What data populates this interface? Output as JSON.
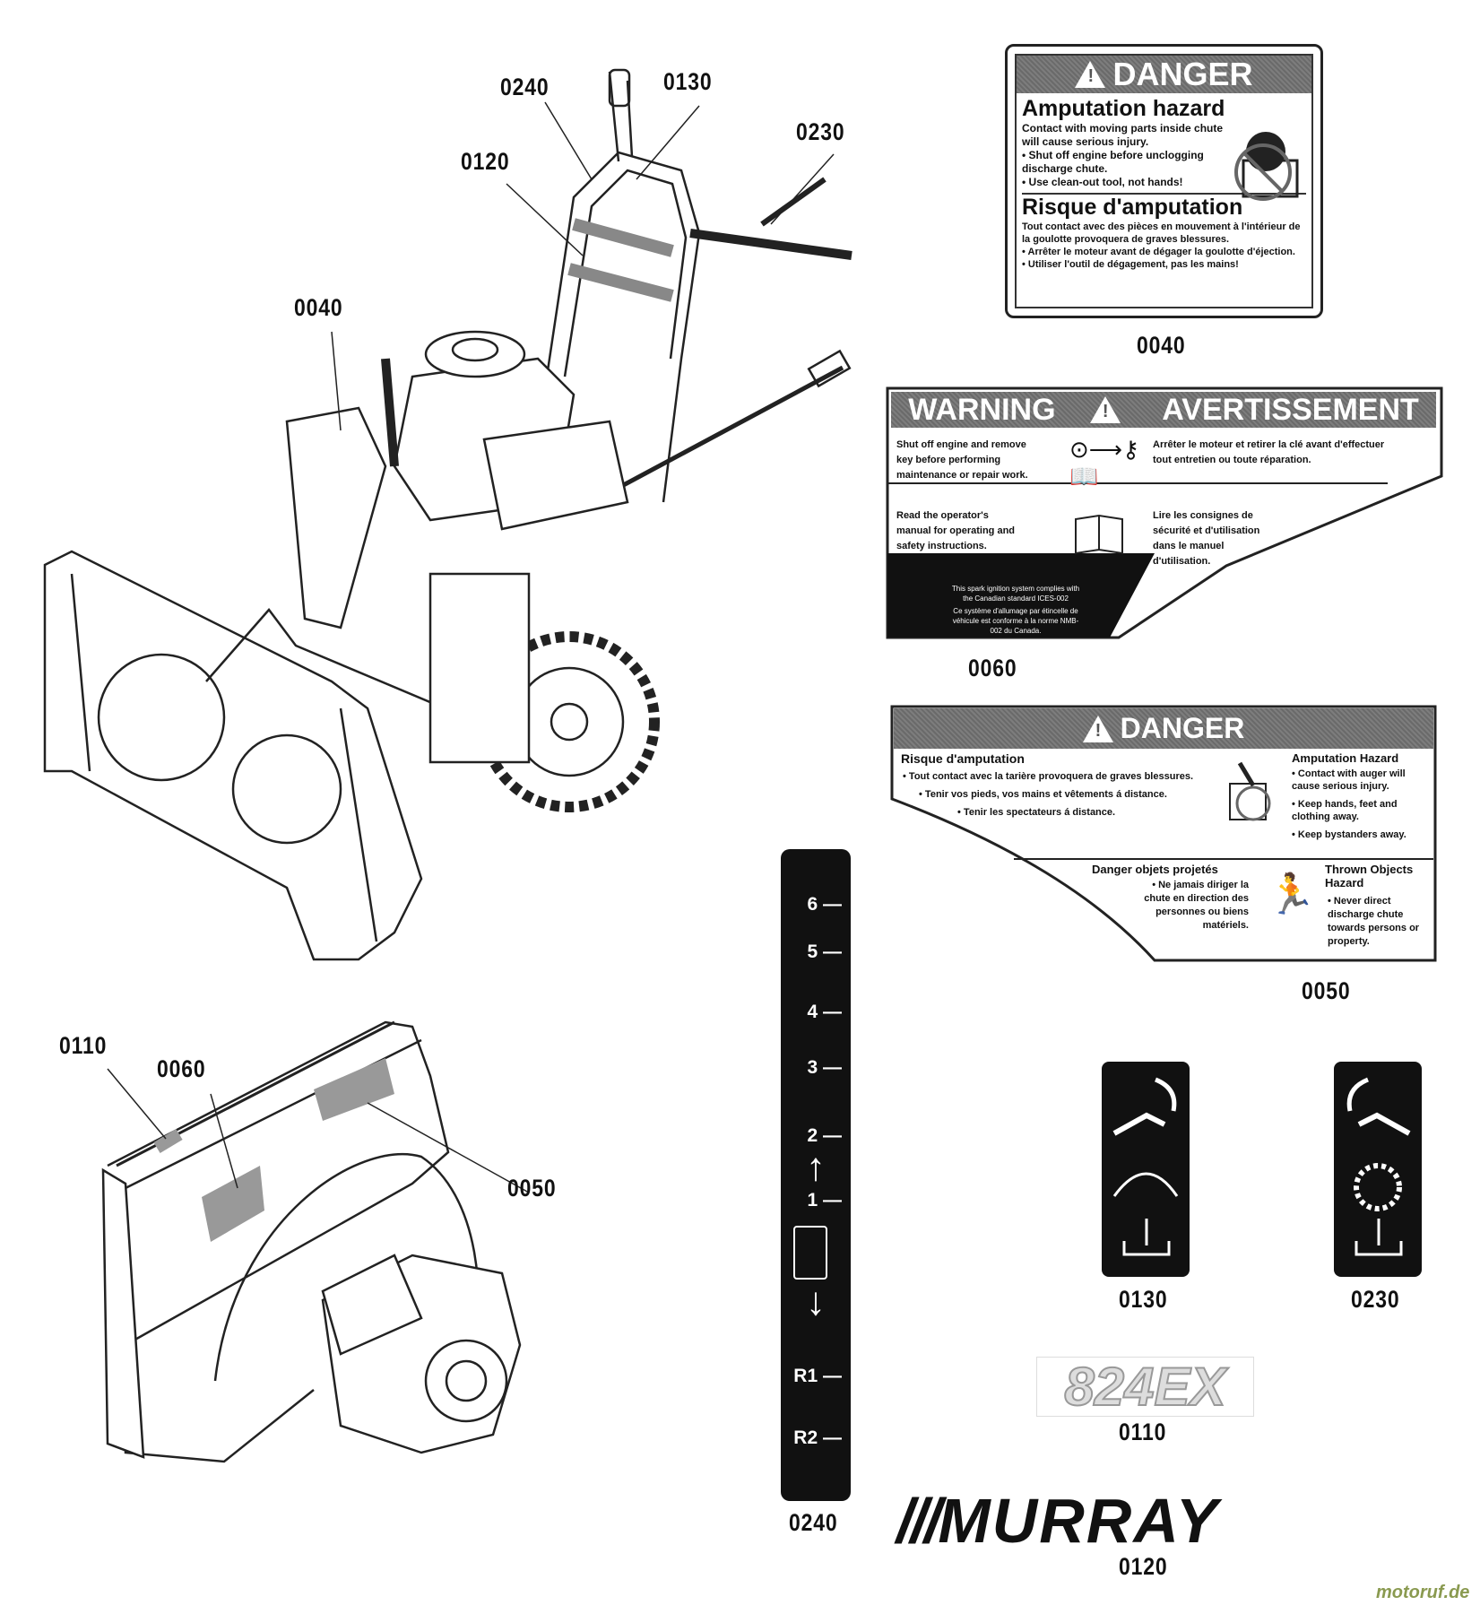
{
  "callouts_main": {
    "c0240": "0240",
    "c0130": "0130",
    "c0230": "0230",
    "c0120": "0120",
    "c0040": "0040"
  },
  "callouts_housing": {
    "c0110": "0110",
    "c0060": "0060",
    "c0050": "0050"
  },
  "label_0040": {
    "part_number": "0040",
    "header": "DANGER",
    "en_title": "Amputation hazard",
    "en_text": "Contact with moving parts inside chute will cause serious injury.",
    "en_bullets": [
      "Shut off engine before unclogging discharge chute.",
      "Use clean-out tool, not hands!"
    ],
    "fr_title": "Risque d'amputation",
    "fr_text": "Tout contact avec des pièces en mouvement à l'intérieur de la goulotte provoquera de graves blessures.",
    "fr_bullets": [
      "Arrêter le moteur avant de dégager la goulotte d'éjection.",
      "Utiliser l'outil de dégagement, pas les mains!"
    ]
  },
  "label_0060": {
    "part_number": "0060",
    "header_en": "WARNING",
    "header_fr": "AVERTISSEMENT",
    "row1_en": "Shut off engine and remove key before performing maintenance or repair work.",
    "row1_fr": "Arrêter le moteur et retirer la clé avant d'effectuer tout entretien ou toute réparation.",
    "row2_en": "Read the operator's manual for operating and safety instructions.",
    "row2_fr": "Lire les consignes de sécurité et d'utilisation dans le manuel d'utilisation.",
    "footer_en": "This spark ignition system complies with the Canadian standard ICES-002",
    "footer_fr": "Ce système d'allumage par étincelle de véhicule est conforme à la norme NMB-002 du Canada."
  },
  "label_0050": {
    "part_number": "0050",
    "header": "DANGER",
    "fr_title": "Risque d'amputation",
    "fr_bullets": [
      "Tout contact avec la tarière provoquera de graves blessures.",
      "Tenir vos pieds, vos mains et vêtements á distance.",
      "Tenir les spectateurs á distance."
    ],
    "en_title": "Amputation Hazard",
    "en_bullets": [
      "Contact with auger will cause serious injury.",
      "Keep hands, feet and clothing away.",
      "Keep bystanders away."
    ],
    "fr_title2": "Danger objets projetés",
    "fr_bullet2": "Ne jamais diriger la chute en direction des personnes ou biens matériels.",
    "en_title2": "Thrown Objects Hazard",
    "en_bullet2": "Never direct discharge chute towards persons or property."
  },
  "label_0240": {
    "part_number": "0240",
    "speeds": [
      "6",
      "5",
      "4",
      "3",
      "2",
      "1",
      "R1",
      "R2"
    ]
  },
  "label_0130": {
    "part_number": "0130"
  },
  "label_0230": {
    "part_number": "0230"
  },
  "label_0110": {
    "part_number": "0110",
    "logo_text": "824EX"
  },
  "label_0120": {
    "part_number": "0120",
    "logo_text": "MURRAY"
  },
  "watermark": "motoruf.de"
}
